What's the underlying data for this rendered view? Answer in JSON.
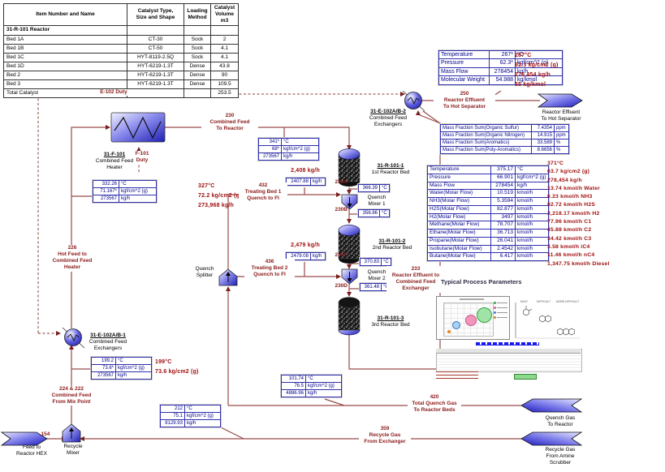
{
  "catalyst_table": {
    "headers": [
      "Item Number and Name",
      "Catalyst Type,\nSize and Shape",
      "Loading\nMethod",
      "Catalyst\nVolume  m3"
    ],
    "rows": [
      [
        "31-R-101 Reactor",
        "",
        "",
        ""
      ],
      [
        "Bed 1A",
        "CT-30",
        "Sock",
        "2"
      ],
      [
        "Bed 1B",
        "CT-50",
        "Sock",
        "4.1"
      ],
      [
        "Bed 1C",
        "HYT-8119-2.5Q",
        "Sock",
        "4.1"
      ],
      [
        "Bed 1D",
        "HYT-6219-1.3T",
        "Dense",
        "43.8"
      ],
      [
        "Bed 2",
        "HYT-6219-1.3T",
        "Dense",
        "90"
      ],
      [
        "Bed 3",
        "HYT-6219-1.3T",
        "Dense",
        "109.5"
      ],
      [
        "Total Catalyst",
        "",
        "",
        "253.5"
      ]
    ]
  },
  "equipment": {
    "heater": {
      "tag": "31-F-101",
      "name": "Combined Feed\nHeater"
    },
    "exchanger_1": {
      "tag": "31-E-102A/B-1",
      "name": "Combined Feed\nExchangers"
    },
    "exchanger_2": {
      "tag": "31-E-102A/B-2",
      "name": "Combined Feed\nExchangers"
    },
    "bed_1": {
      "tag": "31-R-101-1",
      "name": "1st Reactor Bed"
    },
    "bed_2": {
      "tag": "31-R-101-2",
      "name": "2nd Reactor Bed"
    },
    "bed_3": {
      "tag": "31-R-101-3",
      "name": "3rd Reactor Bed"
    },
    "quench_mixer_1": "Quench\nMixer 1",
    "quench_mixer_2": "Quench\nMixer 2",
    "quench_splitter": "Quench\nSplitter",
    "recycle_mixer": "Recycle\nMixer"
  },
  "streams": {
    "s230": "230\nCombined Feed\nTo Reactor",
    "s230a": "230A",
    "s230b": "230B",
    "s230c": "230C",
    "s230d": "230D",
    "s250": "250\nReactor Effluent\nTo Hot Separator",
    "s233": "233\nReactor Effluent to\nCombined Feed\nExchanger",
    "s226": "226\nHot Feed to\nCombined Feed\nHeater",
    "s224": "224 & 222\nCombined Feed\nFrom Mix Point",
    "s432": "432\nTreating Bed 1\nQuench to FI",
    "s436": "436\nTreating Bed 2\nQuench to FI",
    "s420": "420\nTotal Quench Gas\nTo Reactor Beds",
    "s359": "359\nRecycle Gas\nFrom Exchanger",
    "s154": "154",
    "e102_duty": "E-102 Duty",
    "f101_duty": "F-101\nDuty"
  },
  "boundary": {
    "feed_in": "Feed to\nReactor HEX",
    "effluent_out": "Reactor Effluent\nTo Hot Separator",
    "quench_gas_in": "Quench Gas\nTo Reactor",
    "recycle_gas_in": "Recycle Gas\nFrom Amine\nScrubber"
  },
  "tables": {
    "heater_inlet": [
      [
        "332.26",
        "°C"
      ],
      [
        "71.167*",
        "kgf/cm^2 (g)"
      ],
      [
        "273567",
        "kg/h"
      ]
    ],
    "reactor_feed": [
      [
        "341*",
        "°C"
      ],
      [
        "68*",
        "kgf/cm^2 (g)"
      ],
      [
        "273567",
        "kg/h"
      ]
    ],
    "quench1_flow": [
      [
        "2407.88",
        "kg/h"
      ]
    ],
    "bed1_out_temp": [
      [
        "366.39",
        "°C"
      ]
    ],
    "bed2_in_temp": [
      [
        "356.86",
        "°C"
      ]
    ],
    "quench2_flow": [
      [
        "2479.08",
        "kg/h"
      ]
    ],
    "bed2_out_temp": [
      [
        "370.83",
        "°C"
      ]
    ],
    "bed3_in_temp": [
      [
        "361.48",
        "°C"
      ]
    ],
    "quench_gas": [
      [
        "101.74",
        "°C"
      ],
      [
        "76.5",
        "kgf/cm^2 (g)"
      ],
      [
        "4886.96",
        "kg/h"
      ]
    ],
    "recycle_gas": [
      [
        "212",
        "°C"
      ],
      [
        "75.1",
        "kgf/cm^2 (g)"
      ],
      [
        "8129.93",
        "kg/h"
      ]
    ],
    "exchanger_inlet": [
      [
        "199.2",
        "°C"
      ],
      [
        "73.6*",
        "kgf/cm^2 (g)"
      ],
      [
        "273567",
        "kg/h"
      ]
    ],
    "effluent_summary": [
      [
        "Temperature",
        "267*",
        "°C"
      ],
      [
        "Pressure",
        "62.3*",
        "kgf/cm^2 (g)"
      ],
      [
        "Mass Flow",
        "278454",
        "kg/h"
      ],
      [
        "Molecular Weight",
        "54.988",
        "kg/kmol"
      ]
    ],
    "effluent_quality": [
      [
        "Mass Fraction Sum(Organic Sulfur)",
        "7.4354",
        "ppm"
      ],
      [
        "Mass Fraction Sum(Organic Nitrogen)",
        "14.915",
        "ppm"
      ],
      [
        "Mass Fraction Sum(Aromatics)",
        "33.589",
        "%"
      ],
      [
        "Mass Fraction Sum(Poly-Aromatics)",
        "8.6656",
        "%"
      ]
    ],
    "reactor_effluent_detail": [
      [
        "Temperature",
        "375.17",
        "°C"
      ],
      [
        "Pressure",
        "66.901",
        "kgf/cm^2 (g)"
      ],
      [
        "Mass Flow",
        "278454",
        "kg/h"
      ],
      [
        "Water(Molar Flow)",
        "10.519",
        "kmol/h"
      ],
      [
        "NH3(Molar Flow)",
        "5.3594",
        "kmol/h"
      ],
      [
        "H2S(Molar Flow)",
        "82.877",
        "kmol/h"
      ],
      [
        "H2(Molar Flow)",
        "3497",
        "kmol/h"
      ],
      [
        "Methane(Molar Flow)",
        "78.707",
        "kmol/h"
      ],
      [
        "Ethane(Molar Flow)",
        "36.713",
        "kmol/h"
      ],
      [
        "Propane(Molar Flow)",
        "26.041",
        "kmol/h"
      ],
      [
        "Isobutane(Molar Flow)",
        "2.4542",
        "kmol/h"
      ],
      [
        "Butane(Molar Flow)",
        "6.417",
        "kmol/h"
      ]
    ]
  },
  "annotations": {
    "heater_inlet": [
      "327°C",
      "72.2 kg/cm2 (g)",
      "273,968 kg/h"
    ],
    "quench1": "2,408 kg/h",
    "quench2": "2,479 kg/h",
    "exchanger_inlet": [
      "199°C",
      "73.6 kg/cm2 (g)"
    ],
    "effluent_summary": [
      "267°C",
      "62.3 kg/cm2 (g)",
      "278,454 kg/h",
      "55 kg/kmol"
    ],
    "reactor_effluent_detail": [
      "371°C",
      "63.7 kg/cm2 (g)",
      "278,454 kg/h",
      "13.74 kmol/h Water",
      "6.23 kmol/h NH3",
      "82.72 kmol/h H2S",
      "3,218.17 kmol/h H2",
      "77.96 kmol/h C1",
      "45.88 kmol/h C2",
      "34.42 kmol/h C3",
      "3.58 kmol/h iC4",
      "11.46 kmol/h nC4",
      "1,347.75 kmol/h Diesel"
    ]
  },
  "figure": {
    "title": "Typical Process Parameters",
    "captions": [
      "EASY",
      "DIFFICULT",
      "MORE DIFFICULT"
    ]
  },
  "colors": {
    "stream_line": "#9a4a4a",
    "arrowhead": "#7a1f1f",
    "stream_label": "#8b1a1a",
    "annotation": "#a01010",
    "table_text": "#00008b",
    "equipment_blue": "#2020c0"
  }
}
